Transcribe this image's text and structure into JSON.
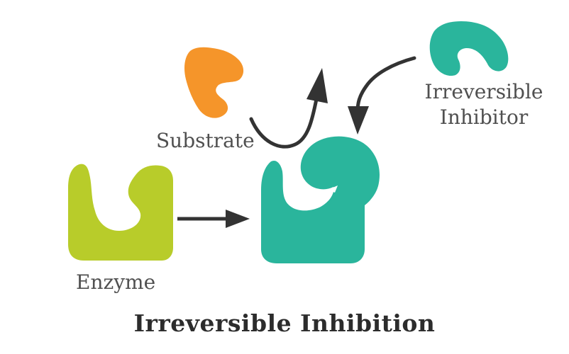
{
  "labels": {
    "substrate": "Substrate",
    "inhibitor_line1": "Irreversible",
    "inhibitor_line2": "Inhibitor",
    "enzyme": "Enzyme",
    "title": "Irreversible Inhibition"
  },
  "colors": {
    "enzyme": "#b8cc2a",
    "substrate": "#f5952a",
    "inhibitor": "#2ab59c",
    "complex": "#2ab59c",
    "arrow": "#333333"
  }
}
